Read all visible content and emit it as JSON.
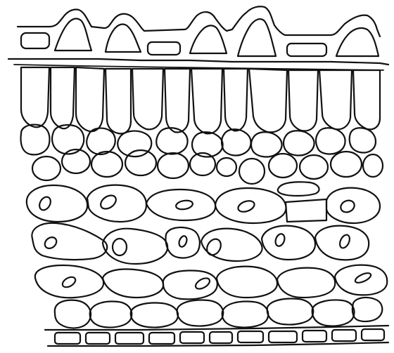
{
  "figure": {
    "ink_color": "#111111",
    "background_color": "#ffffff",
    "layers": [
      "upper-epidermis-with-papillae",
      "palisade-cells",
      "upper-rounded-cells",
      "small-rounded-cells",
      "nucleated-parenchyma",
      "lower-rounded-cells",
      "lower-epidermis"
    ]
  }
}
